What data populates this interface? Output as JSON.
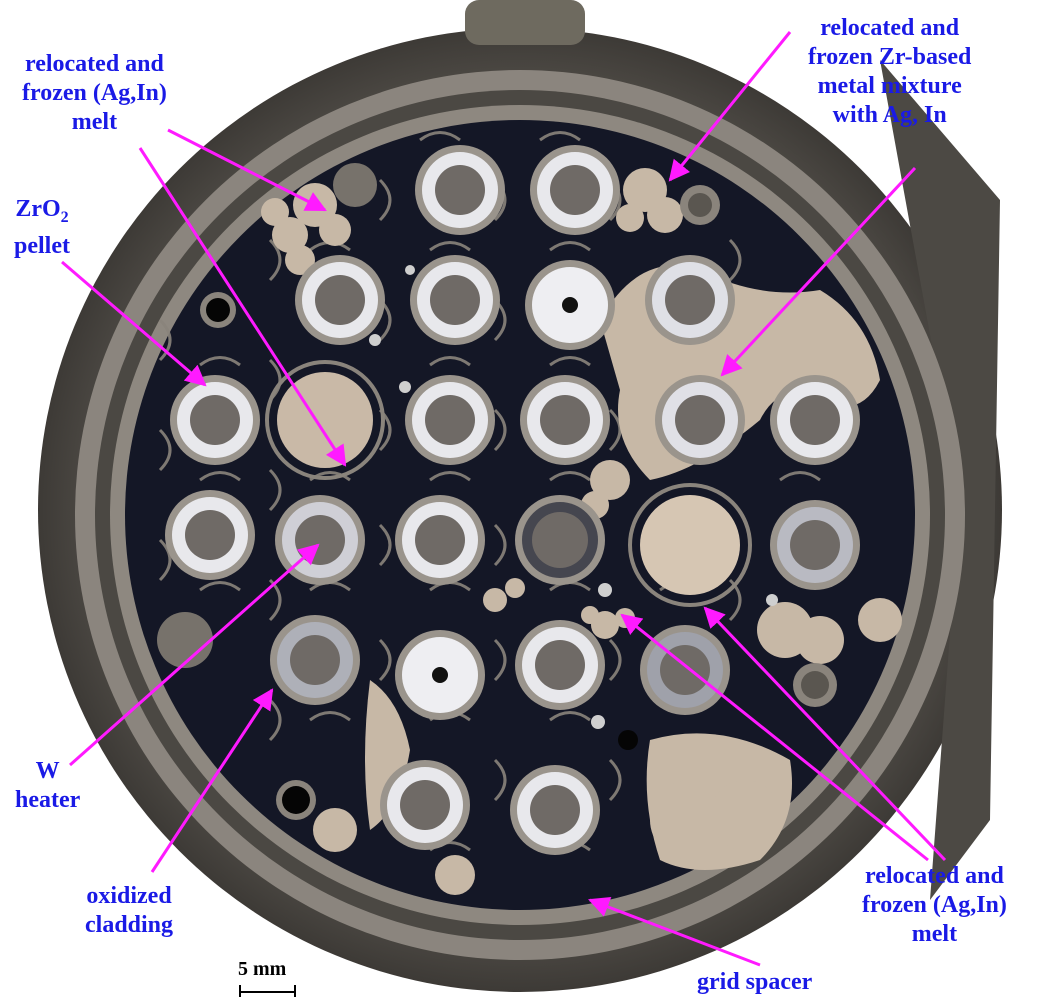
{
  "labels": {
    "ag_in_top": [
      "relocated and",
      "frozen (Ag,In)",
      "melt"
    ],
    "zro2": {
      "main": "ZrO",
      "sub": "2",
      "line2": "pellet"
    },
    "zr_based": [
      "relocated and",
      "frozen Zr-based",
      "metal mixture",
      "with Ag, In"
    ],
    "w_heater": [
      "W",
      "heater"
    ],
    "oxidized_cladding": [
      "oxidized",
      "cladding"
    ],
    "ag_in_bottom": [
      "relocated and",
      "frozen (Ag,In)",
      "melt"
    ],
    "grid_spacer": "grid spacer"
  },
  "scale_bar": "5 mm",
  "colors": {
    "label_text": "#1a1ae6",
    "arrow": "#ff1aff",
    "epoxy": "#141726",
    "shroud": "#8b857e",
    "melt": "#c7b8a6",
    "pellet": "#6f6a66",
    "oxide_ring": "#e8e8ec"
  }
}
